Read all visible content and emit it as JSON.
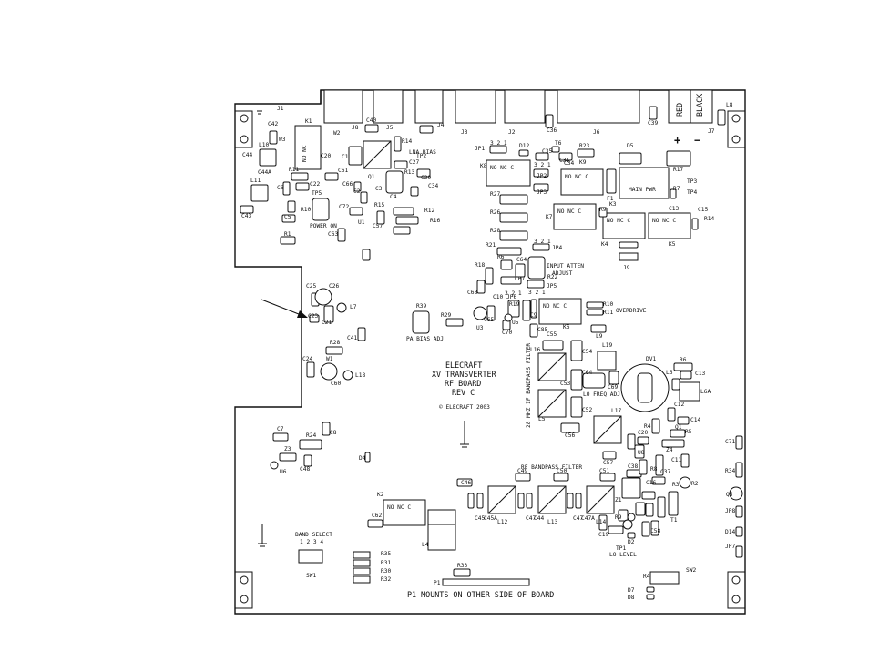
{
  "board": {
    "maker": "ELECRAFT",
    "product": "XV TRANSVERTER",
    "board_name": "RF BOARD",
    "revision": "REV C",
    "copyright": "© ELECRAFT 2003",
    "note": "P1 MOUNTS ON OTHER SIDE OF BOARD"
  },
  "silkscreen": {
    "lna_bias": "LNA BIAS",
    "power_on": "POWER ON",
    "main_pwr": "MAIN PWR",
    "input_atten": "INPUT ATTEN",
    "adjust": "ADJUST",
    "overdrive": "OVERDRIVE",
    "pa_bias": "PA BIAS ADJ",
    "lo_freq": "LO FREQ ADJ",
    "if_filter": "28 MHZ IF BANDPASS FILTER",
    "rf_filter": "RF BANDPASS FILTER",
    "lo_level": "LO LEVEL",
    "band_select": "BAND SELECT",
    "band_numbers": "1 2 3 4",
    "red": "RED",
    "black": "BLACK",
    "plus": "+",
    "minus": "−",
    "relay_pins": "NO NC   C",
    "relay_pins_short": "NO NC",
    "jumper_321": "3 2 1"
  },
  "colors": {
    "ink": "#111111",
    "board": "#ffffff"
  }
}
